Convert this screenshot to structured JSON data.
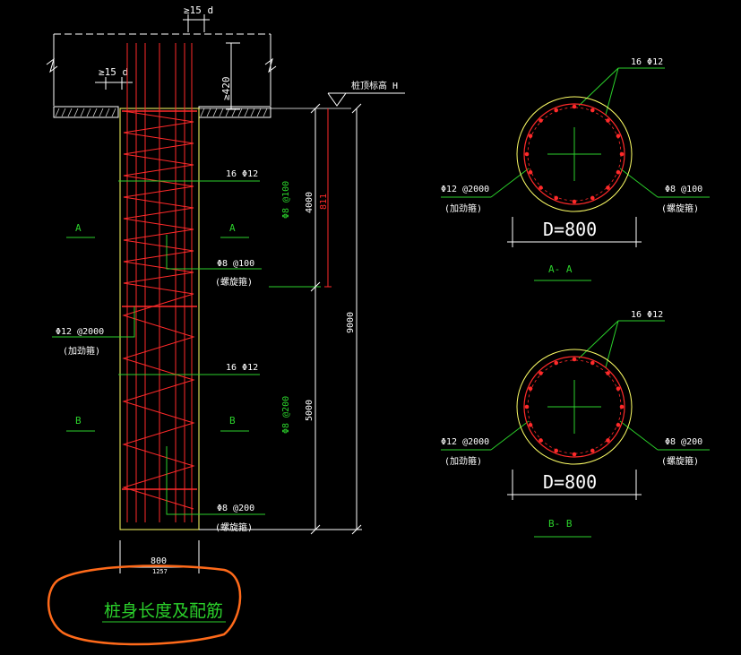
{
  "drawing": {
    "colors": {
      "background": "#000000",
      "outline": "#ffff66",
      "rebar": "#ff2a2a",
      "dimension": "#ffffff",
      "leader": "#2bd12b",
      "title_ellipse": "#ff6a1a"
    },
    "elevation": {
      "top_anchor": "≥15 d",
      "left_anchor": "≥15 d",
      "anchor_len": "≥420",
      "pile_top_label": "桩顶标高 H",
      "section_a": "A",
      "section_b": "B",
      "main_bar_a": "16 Φ12",
      "main_bar_b": "16 Φ12",
      "spiral_a": "Φ8 @100",
      "spiral_a_note": "(螺旋箍)",
      "spiral_b": "Φ8 @200",
      "spiral_b_note": "(螺旋箍)",
      "stiffener": "Φ12 @2000",
      "stiffener_note": "(加劲箍)",
      "zone_a_len": "4000",
      "zone_a_bar": "Φ8 @100",
      "zone_a_sub": "811",
      "zone_b_len": "5000",
      "zone_b_bar": "Φ8 @200",
      "total_len": "9000",
      "width": "800",
      "width_sub": "1257"
    },
    "section_aa": {
      "main_bar": "16 Φ12",
      "stiffener": "Φ12 @2000",
      "stiffener_note": "(加劲箍)",
      "spiral": "Φ8 @100",
      "spiral_note": "(螺旋箍)",
      "diameter": "D=800",
      "title": "A- A"
    },
    "section_bb": {
      "main_bar": "16 Φ12",
      "stiffener": "Φ12 @2000",
      "stiffener_note": "(加劲箍)",
      "spiral": "Φ8 @200",
      "spiral_note": "(螺旋箍)",
      "diameter": "D=800",
      "title": "B- B"
    },
    "caption": "桩身长度及配筋"
  }
}
